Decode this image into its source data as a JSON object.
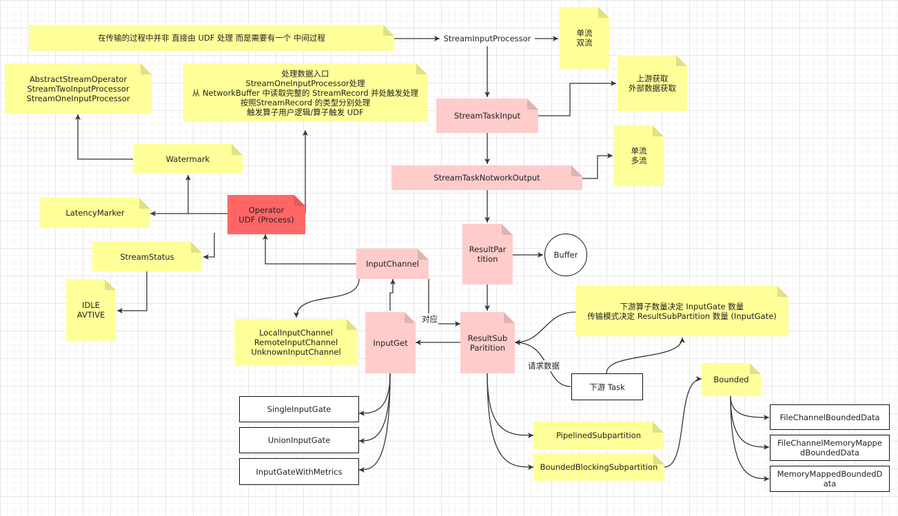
{
  "diagram": {
    "nodes": {
      "transfer_note": "在传输的过程中并非 直接由 UDF 处理 而是需要有一个 中间过程",
      "stream_input_processor": "StreamInputProcessor",
      "single_dual_stream": "单流\n双流",
      "operator_classes": "AbstractStreamOperator\nStreamTwoInputProcessor\nStreamOneInputProcessor",
      "processing_entry": "处理数据入口\nStreamOneInputProcessor处理\n从 NetworkBuffer 中读取完整的 StreamRecord 并处触发处理\n按照StreamRecord 的类型分别处理\n触发算子用户逻辑/算子触发 UDF",
      "upstream_fetch": "上游获取\n外部数据获取",
      "stream_task_input": "StreamTaskInput",
      "watermark": "Watermark",
      "single_multi_stream": "单流\n多流",
      "stream_task_network_output": "StreamTaskNotworkOutput",
      "latency_marker": "LatencyMarker",
      "operator_udf": "Operator\nUDF (Process)",
      "stream_status": "StreamStatus",
      "input_channel": "InputChannel",
      "result_partition": "ResultPar\ntition",
      "buffer": "Buffer",
      "idle_active": "IDLE\nAVTIVE",
      "downstream_note": "下游算子数量决定 InputGate 数量\n传输模式决定 ResultSubPartition 数量 (InputGate)",
      "input_channel_types": "LocalInputChannel\nRemoteInputChannel\nUnknownInputChannel",
      "input_get": "InputGet",
      "result_sub_partition": "ResultSub\nParitition",
      "downstream_task": "下游 Task",
      "bounded": "Bounded",
      "single_input_gate": "SingleInputGate",
      "file_channel_bounded_data": "FileChannelBoundedData",
      "union_input_gate": "UnionInputGate",
      "pipelined_subpartition": "PipelinedSubpartition",
      "file_channel_memory_mapped": "FileChannelMemoryMappe\ndBoundedData",
      "bounded_blocking_subpartition": "BoundedBlockingSubpartition",
      "input_gate_with_metrics": "InputGateWithMetrics",
      "memory_mapped_bounded_data": "MemoryMappedBoundedD\nata"
    },
    "edge_labels": {
      "correspond": "对应",
      "request_data": "请求数据"
    }
  },
  "colors": {
    "note": "#ffff99",
    "pink": "#ffcccc",
    "operator": "#ff6666",
    "line": "#333333"
  }
}
